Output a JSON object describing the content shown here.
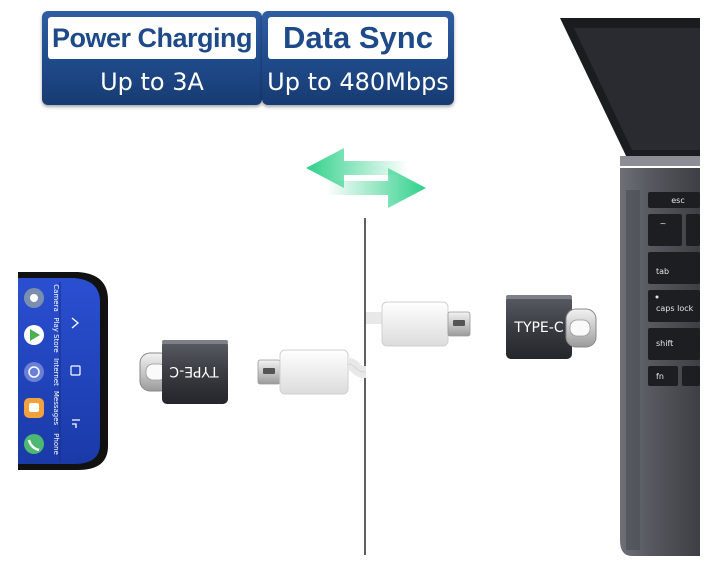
{
  "badges": [
    {
      "title": "Power Charging",
      "subtitle": "Up to 3A"
    },
    {
      "title": "Data Sync",
      "subtitle": "Up to 480Mbps"
    }
  ],
  "adapters": {
    "left_label": "TYPE-C",
    "right_label": "TYPE-C"
  },
  "phone_apps": [
    {
      "label": "Camera",
      "icon": "camera-icon",
      "color": "#7a8fb0"
    },
    {
      "label": "Play Store",
      "icon": "play-store-icon",
      "color": "#5d9cd3"
    },
    {
      "label": "Internet",
      "icon": "internet-icon",
      "color": "#6a7fd8"
    },
    {
      "label": "Messages",
      "icon": "messages-icon",
      "color": "#f2a23c"
    },
    {
      "label": "Phone",
      "icon": "phone-icon",
      "color": "#4cb872"
    }
  ],
  "keyboard": {
    "keys": [
      "esc",
      "~",
      "tab",
      "caps lock",
      "shift",
      "fn"
    ]
  },
  "colors": {
    "badge_blue": "#1f4a8a",
    "arrow_green": "#2fd08a",
    "adapter_gray": "#3a3c42"
  }
}
